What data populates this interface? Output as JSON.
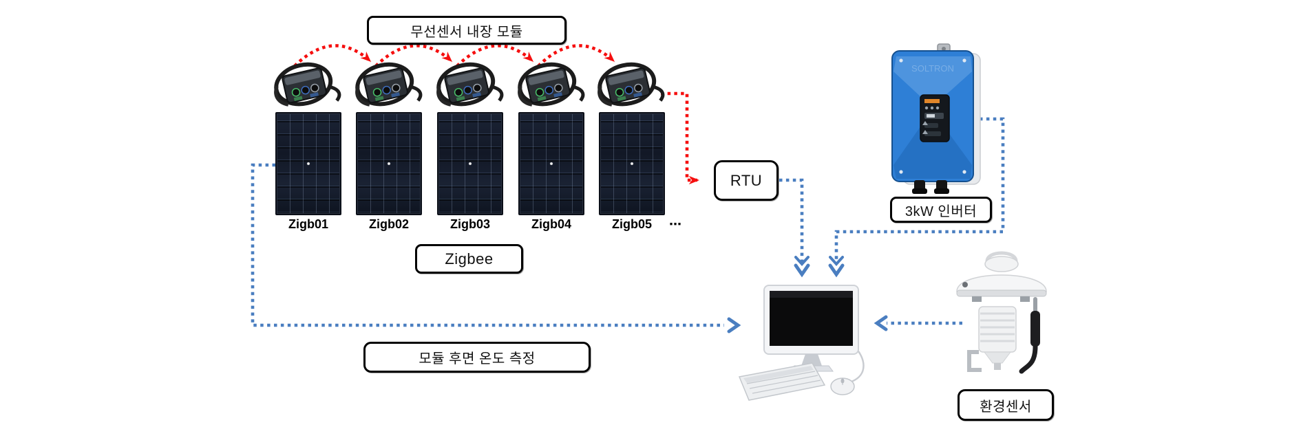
{
  "diagram": {
    "title_box": "무선센서 내장 모듈",
    "zigbee_box": "Zigbee",
    "rtu_box": "RTU",
    "inverter_label": "3kW 인버터",
    "env_sensor_label": "환경센서",
    "temp_box": "모듈 후면 온도 측정",
    "panels": [
      {
        "label": "Zigb01"
      },
      {
        "label": "Zigb02"
      },
      {
        "label": "Zigb03"
      },
      {
        "label": "Zigb04"
      },
      {
        "label": "Zigb05"
      }
    ],
    "panels_ellipsis": "⋯",
    "colors": {
      "red_link": "#f50f0f",
      "blue_link": "#4a7ec0",
      "inverter_body": "#2e7fd6"
    }
  }
}
